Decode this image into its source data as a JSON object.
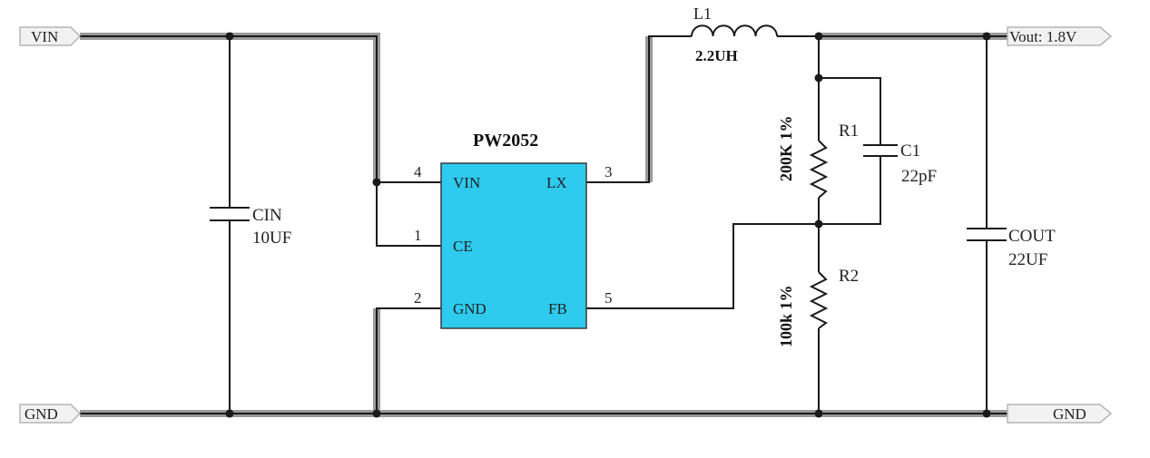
{
  "ports": {
    "vin": "VIN",
    "gnd_left": "GND",
    "vout": "Vout: 1.8V",
    "gnd_right": "GND"
  },
  "ic": {
    "name": "PW2052",
    "fill": "#2ecbef",
    "pins": [
      {
        "num": "4",
        "name": "VIN"
      },
      {
        "num": "1",
        "name": "CE"
      },
      {
        "num": "2",
        "name": "GND"
      },
      {
        "num": "3",
        "name": "LX"
      },
      {
        "num": "5",
        "name": "FB"
      }
    ]
  },
  "components": {
    "cin": {
      "ref": "CIN",
      "value": "10UF"
    },
    "l1": {
      "ref": "L1",
      "value": "2.2UH"
    },
    "r1": {
      "ref": "R1",
      "value": "200K  1%"
    },
    "r2": {
      "ref": "R2",
      "value": "100k  1%"
    },
    "c1": {
      "ref": "C1",
      "value": "22pF"
    },
    "cout": {
      "ref": "COUT",
      "value": "22UF"
    }
  }
}
